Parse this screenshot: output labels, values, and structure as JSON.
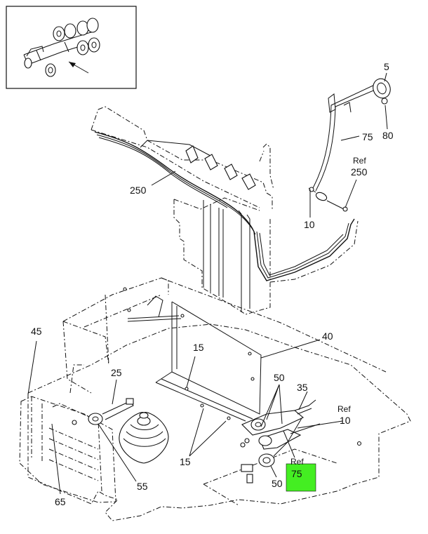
{
  "callouts": {
    "c5": "5",
    "c80": "80",
    "c75_top": "75",
    "c_ref_top": "Ref",
    "c250_ref": "250",
    "c250": "250",
    "c10_top": "10",
    "c40": "40",
    "c45": "45",
    "c15_a": "15",
    "c25": "25",
    "c50_a": "50",
    "c35": "35",
    "c_ref_mid": "Ref",
    "c10_mid": "10",
    "c15_b": "15",
    "c55": "55",
    "c65": "65",
    "c50_b": "50",
    "c_ref_hl": "Ref",
    "c75_hl": "75"
  },
  "colors": {
    "highlight": "#44ee22",
    "line": "#111111"
  },
  "inset_icon": "vehicle-chassis-locator-icon"
}
